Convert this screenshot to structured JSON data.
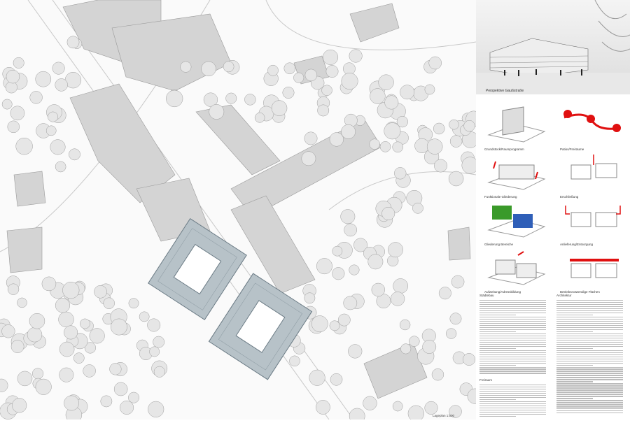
{
  "plan": {
    "scale_label": "Lageplan 1:500"
  },
  "panel": {
    "perspective_caption": "Perspektive Gaußstraße",
    "diagrams": [
      {
        "caption": "Grundstück/Raumprogramm"
      },
      {
        "caption": "Patios/Freiräume"
      },
      {
        "caption": "Funktionale Gliederung"
      },
      {
        "caption": "Erschließung"
      },
      {
        "caption": "Gliederung Bereiche"
      },
      {
        "caption": "Anlieferung/Entsorgung"
      },
      {
        "caption": "Aufweitung/Adressbildung"
      },
      {
        "caption": "Betriebsnotwendige Flächen"
      }
    ],
    "text_headings": [
      "Städtebau",
      "Freiraum",
      "Architektur"
    ]
  },
  "colors": {
    "building_new": "#b7c2c8",
    "building_existing": "#d4d4d4",
    "accent_red": "#e01010",
    "green": "#3a9a2a",
    "blue": "#2f5fb8"
  }
}
